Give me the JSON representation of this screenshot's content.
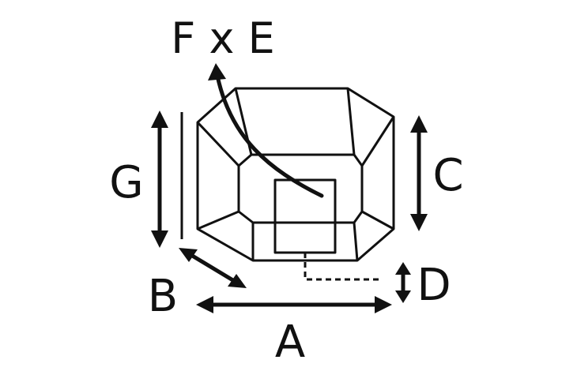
{
  "title": "F x E",
  "labels": {
    "a": "A",
    "b": "B",
    "c": "C",
    "d": "D",
    "g": "G"
  },
  "colors": {
    "ink": "#111111",
    "background": "#ffffff"
  }
}
